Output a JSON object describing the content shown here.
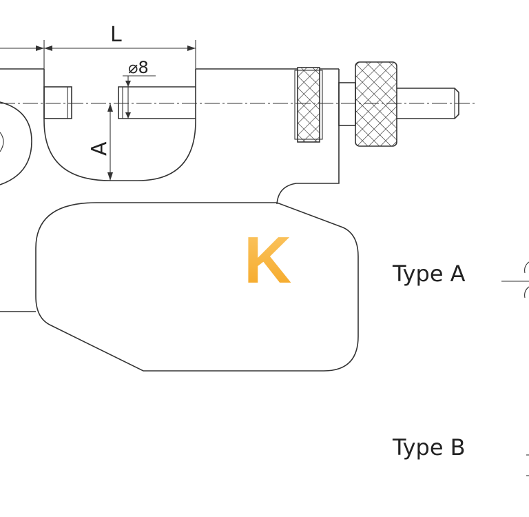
{
  "dimensions": {
    "length_label": "L",
    "height_label": "A",
    "diameter_label": "⌀8"
  },
  "brand": {
    "letter": "K",
    "color": "#f5a623",
    "color_light": "#fbc766"
  },
  "type_labels": {
    "type_a": "Type A",
    "type_b": "Type B"
  },
  "line_color": "#333333"
}
